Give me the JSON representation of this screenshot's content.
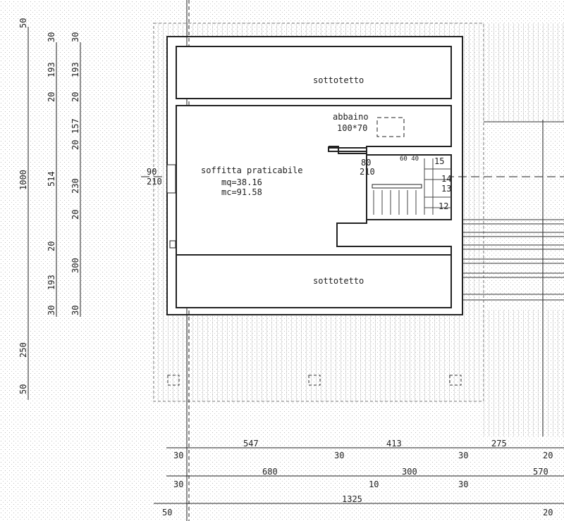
{
  "rooms": {
    "top_attic": "sottotetto",
    "bottom_attic": "sottotetto",
    "main": "soffitta praticabile",
    "area": "mq=38.16",
    "volume": "mc=91.58",
    "skylight_label": "abbaino",
    "skylight_size": "100*70"
  },
  "openings": {
    "left_window_w": "90",
    "left_window_h": "210",
    "door_w": "80",
    "door_h": "210"
  },
  "stairs": {
    "steps": [
      "15",
      "14",
      "13",
      "12"
    ],
    "small": "60 40"
  },
  "left_dims": {
    "outer": [
      "50",
      "1000",
      "250",
      "50"
    ],
    "middle": [
      "30",
      "193",
      "20",
      "514",
      "20",
      "193",
      "30"
    ],
    "inner": [
      "30",
      "193",
      "20",
      "157",
      "20",
      "230",
      "20",
      "300",
      "30"
    ]
  },
  "bottom_dims": {
    "row1": [
      "547",
      "413",
      "275"
    ],
    "row1_ticks": [
      "30",
      "30",
      "30",
      "20"
    ],
    "row2": [
      "680",
      "300",
      "570"
    ],
    "row2_ticks": [
      "30",
      "10",
      "30"
    ],
    "row3": [
      "1325"
    ],
    "row3_ticks": [
      "50",
      "20"
    ]
  }
}
